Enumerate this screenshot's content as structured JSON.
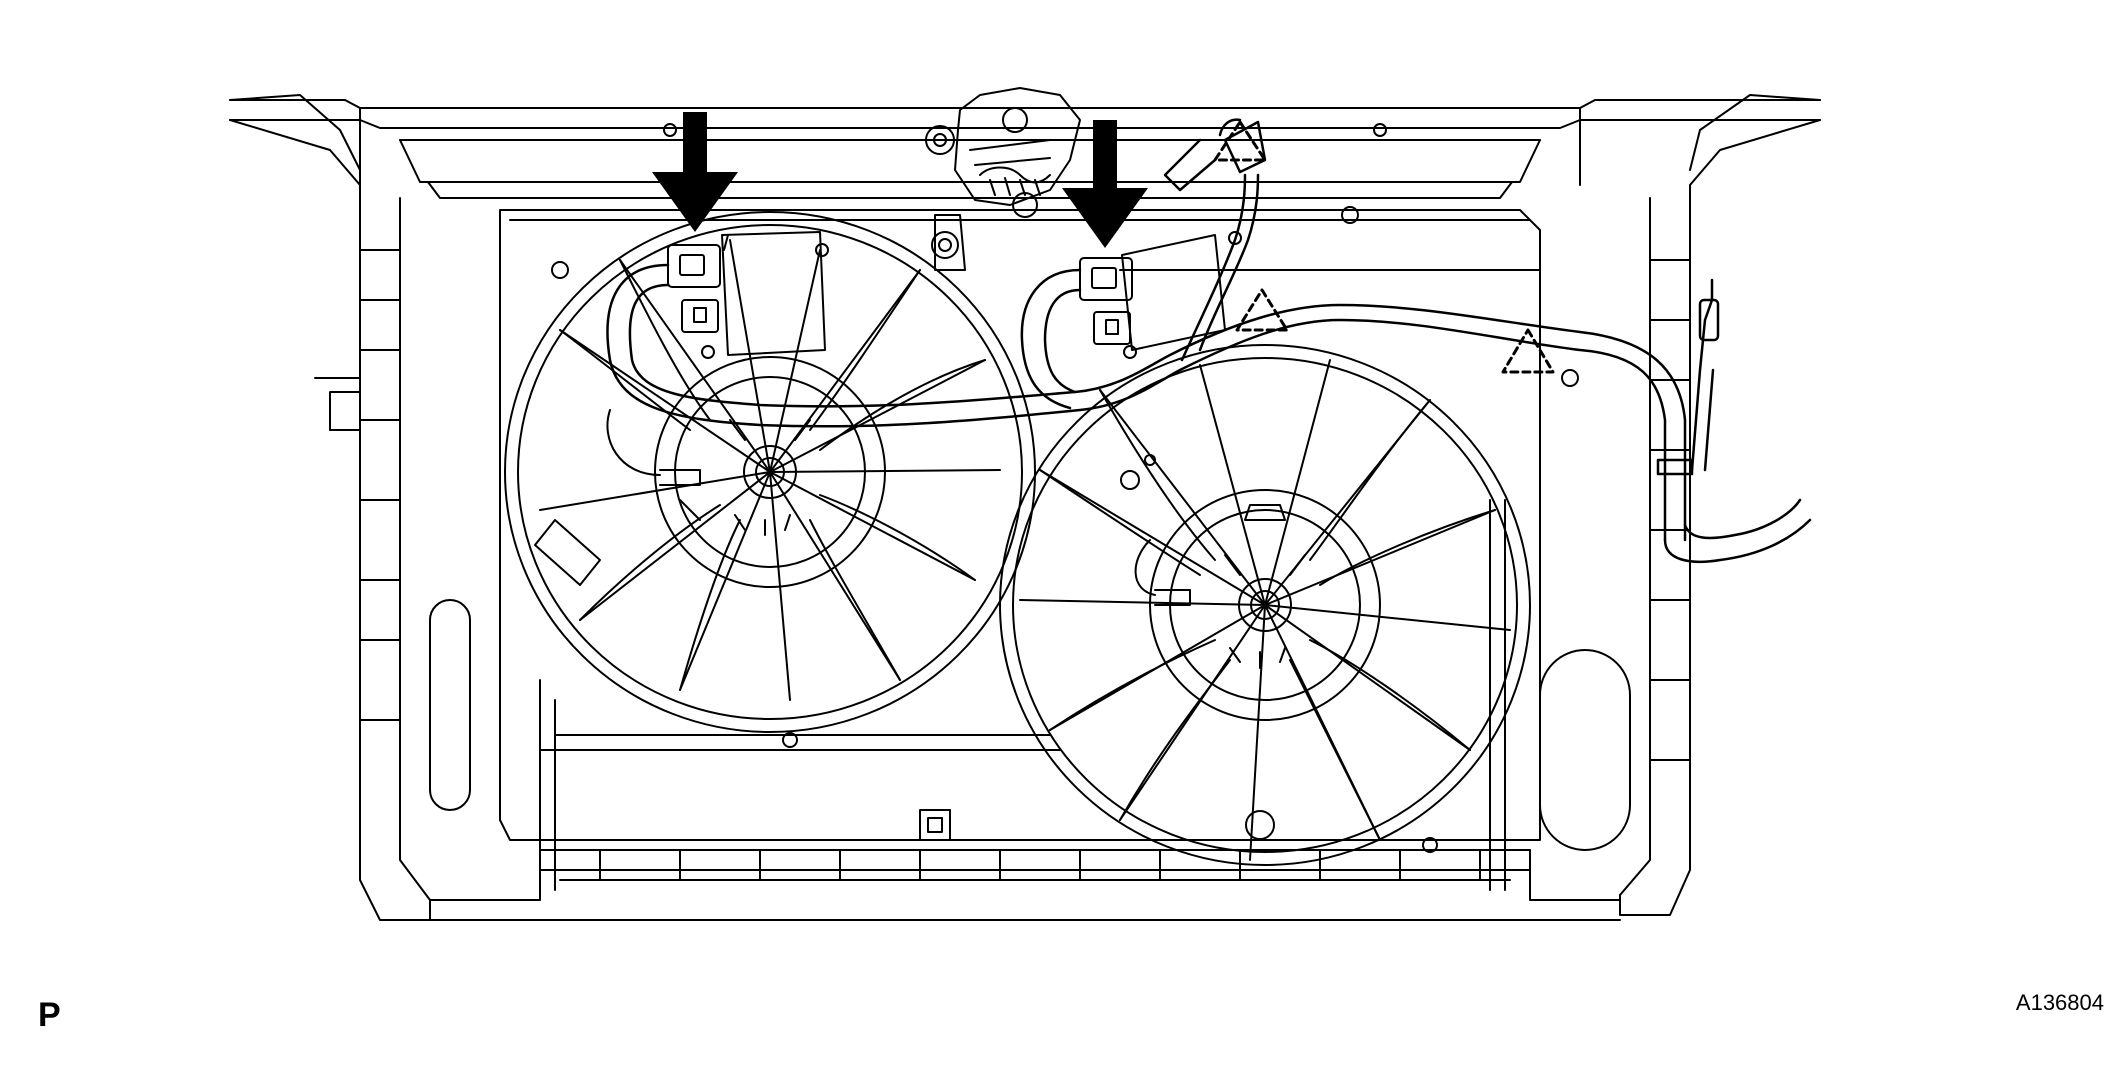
{
  "view_label": "P",
  "figure_id": "A136804",
  "colors": {
    "line": "#000000",
    "background": "#ffffff"
  },
  "callouts": [
    {
      "kind": "arrow",
      "icon": "down-arrow-icon"
    },
    {
      "kind": "arrow",
      "icon": "down-arrow-icon"
    },
    {
      "kind": "clamp",
      "icon": "clamp-triangle-icon"
    },
    {
      "kind": "clamp",
      "icon": "clamp-triangle-icon"
    },
    {
      "kind": "clamp",
      "icon": "clamp-triangle-icon"
    }
  ]
}
